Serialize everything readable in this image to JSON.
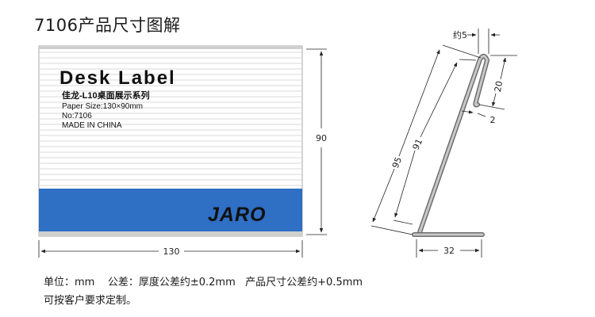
{
  "title": "7106产品尺寸图解",
  "card": {
    "brand_title": "Desk Label",
    "subtitle": "佳龙-L10桌面展示系列",
    "paper_size": "Paper Size:130×90mm",
    "model": "No:7106",
    "origin": "MADE IN CHINA",
    "logo": "JARO",
    "colors": {
      "accent": "#2f6fc4",
      "line": "#d9d9d9",
      "border": "#a8a8a8"
    }
  },
  "dimensions": {
    "width": "130",
    "height": "90",
    "thickness": "约5",
    "top_lip": "20",
    "bend": "2",
    "outer_length": "95",
    "inner_length": "91",
    "base": "32"
  },
  "notes": {
    "line1": "单位：mm    公差：厚度公差约±0.2mm   产品尺寸公差约+0.5mm",
    "line2": "可按客户要求定制。"
  }
}
